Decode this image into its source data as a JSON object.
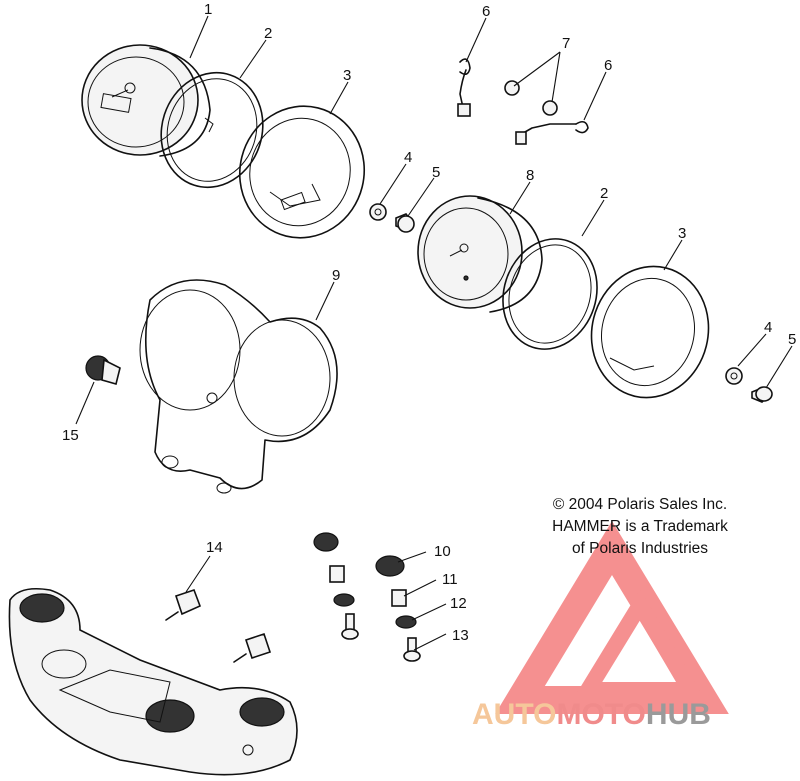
{
  "callouts": [
    {
      "id": "c1",
      "label": "1"
    },
    {
      "id": "c2a",
      "label": "2"
    },
    {
      "id": "c3a",
      "label": "3"
    },
    {
      "id": "c4a",
      "label": "4"
    },
    {
      "id": "c5a",
      "label": "5"
    },
    {
      "id": "c6a",
      "label": "6"
    },
    {
      "id": "c7",
      "label": "7"
    },
    {
      "id": "c6b",
      "label": "6"
    },
    {
      "id": "c8",
      "label": "8"
    },
    {
      "id": "c2b",
      "label": "2"
    },
    {
      "id": "c3b",
      "label": "3"
    },
    {
      "id": "c9",
      "label": "9"
    },
    {
      "id": "c4b",
      "label": "4"
    },
    {
      "id": "c5b",
      "label": "5"
    },
    {
      "id": "c15",
      "label": "15"
    },
    {
      "id": "c14",
      "label": "14"
    },
    {
      "id": "c10",
      "label": "10"
    },
    {
      "id": "c11",
      "label": "11"
    },
    {
      "id": "c12",
      "label": "12"
    },
    {
      "id": "c13",
      "label": "13"
    }
  ],
  "copyright": {
    "line1": "© 2004 Polaris Sales Inc.",
    "line2": "HAMMER is a Trademark",
    "line3": "of Polaris Industries"
  },
  "watermark": {
    "auto": "AUTO",
    "moto": "MOTO",
    "hub": "HUB",
    "color_auto": "#f5c79a",
    "color_moto": "#f08b8b",
    "color_hub": "#9a9a9a",
    "logo_color": "#f26b6b"
  }
}
